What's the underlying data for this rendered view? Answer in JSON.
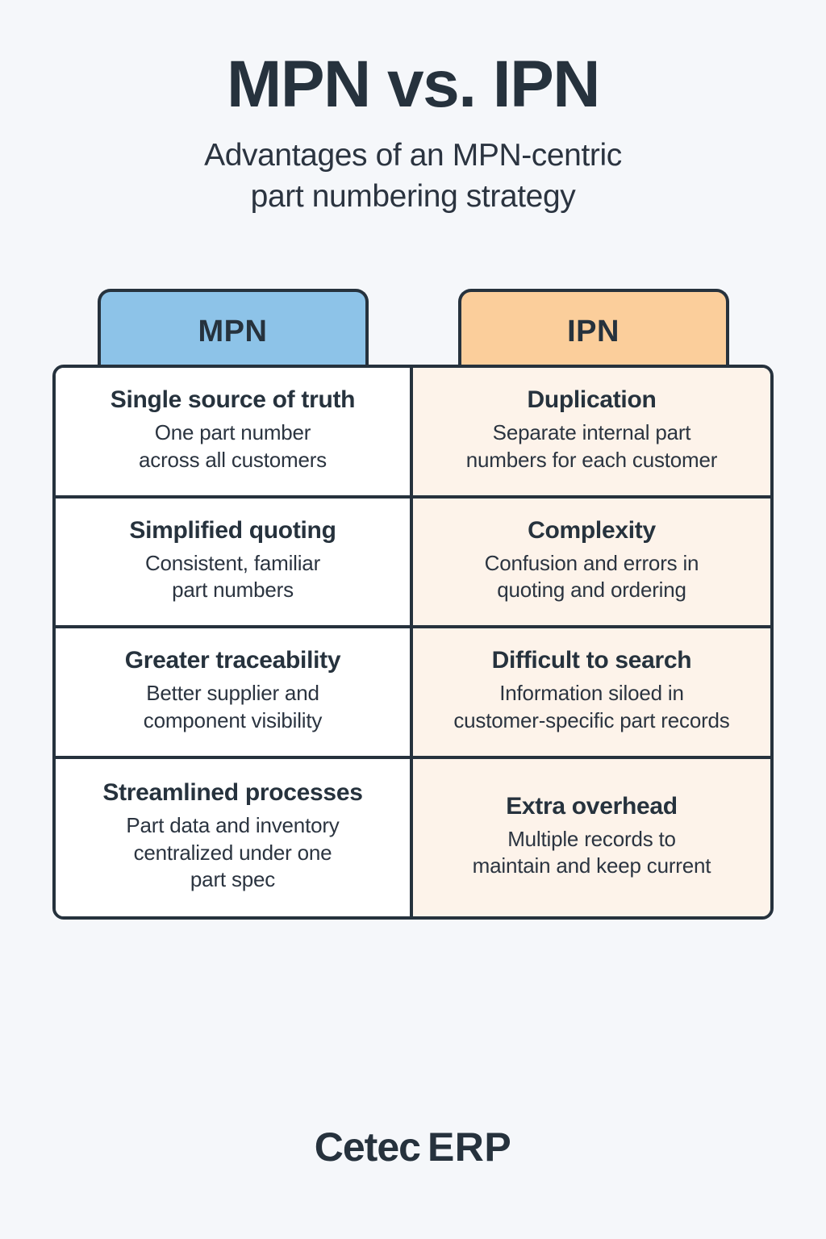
{
  "header": {
    "title": "MPN vs. IPN",
    "subtitle_line1": "Advantages of an MPN-centric",
    "subtitle_line2": "part numbering strategy"
  },
  "colors": {
    "page_background": "#F5F7FA",
    "ink": "#26323D",
    "mpn_tab": "#8DC3E8",
    "ipn_tab": "#FBCE9B",
    "mpn_cell": "#FFFFFF",
    "ipn_cell": "#FDF3EA",
    "border": "#26323D"
  },
  "table": {
    "columns": [
      {
        "label": "MPN",
        "key": "mpn"
      },
      {
        "label": "IPN",
        "key": "ipn"
      }
    ],
    "rows": [
      {
        "mpn": {
          "title": "Single source of truth",
          "desc_line1": "One part number",
          "desc_line2": "across all customers"
        },
        "ipn": {
          "title": "Duplication",
          "desc_line1": "Separate internal part",
          "desc_line2": "numbers for each customer"
        }
      },
      {
        "mpn": {
          "title": "Simplified quoting",
          "desc_line1": "Consistent, familiar",
          "desc_line2": "part numbers"
        },
        "ipn": {
          "title": "Complexity",
          "desc_line1": "Confusion and errors in",
          "desc_line2": "quoting and ordering"
        }
      },
      {
        "mpn": {
          "title": "Greater traceability",
          "desc_line1": "Better supplier and",
          "desc_line2": "component visibility"
        },
        "ipn": {
          "title": "Difficult to search",
          "desc_line1": "Information siloed in",
          "desc_line2": "customer-specific part records"
        }
      },
      {
        "mpn": {
          "title": "Streamlined processes",
          "desc_line1": "Part data and inventory",
          "desc_line2": "centralized under one",
          "desc_line3": "part spec"
        },
        "ipn": {
          "title": "Extra overhead",
          "desc_line1": "Multiple records to",
          "desc_line2": "maintain and keep current"
        }
      }
    ]
  },
  "footer": {
    "brand_name": "Cetec",
    "brand_suffix": "ERP"
  }
}
